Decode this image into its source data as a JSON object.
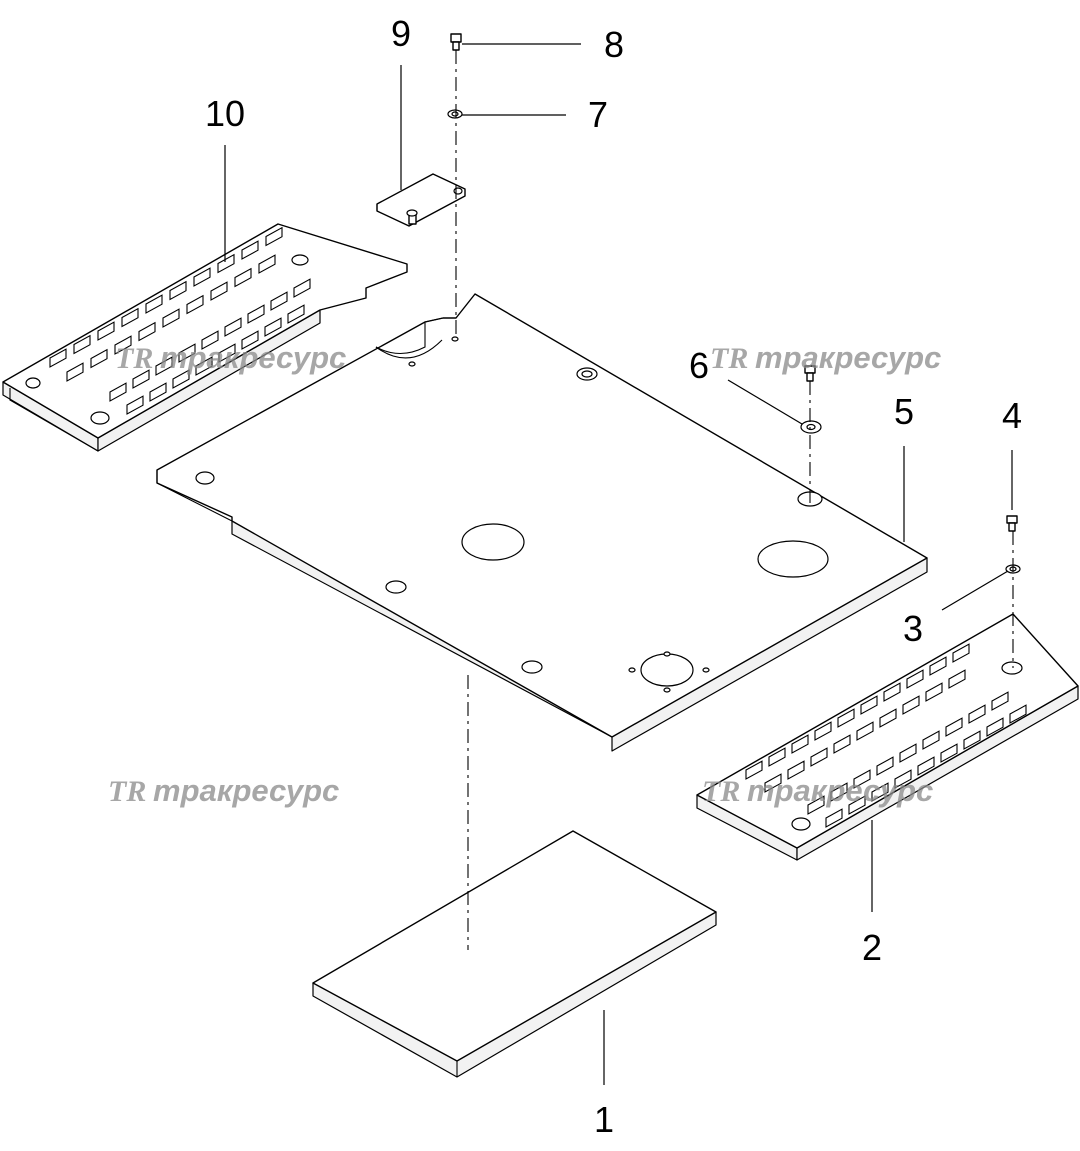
{
  "callouts": {
    "c1": "1",
    "c2": "2",
    "c3": "3",
    "c4": "4",
    "c5": "5",
    "c6": "6",
    "c7": "7",
    "c8": "8",
    "c9": "9",
    "c10": "10"
  },
  "watermark": {
    "logo": "TR",
    "text": "тракресурс"
  },
  "colors": {
    "line": "#000000",
    "watermark": "#8a8a8a",
    "background": "#ffffff"
  }
}
